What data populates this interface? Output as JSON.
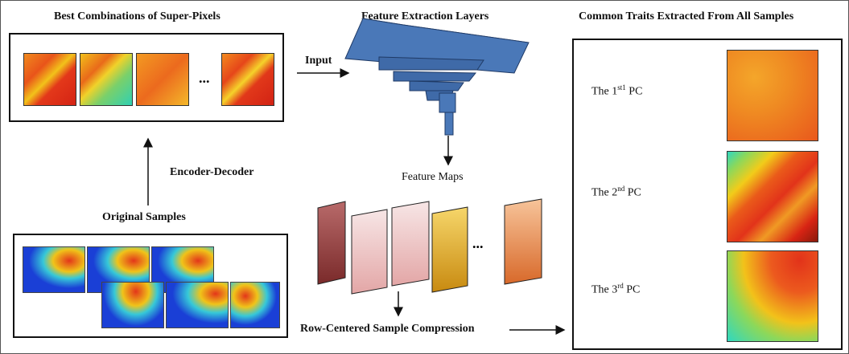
{
  "headers": {
    "left": "Best Combinations of Super-Pixels",
    "middle": "Feature Extraction Layers",
    "right": "Common Traits Extracted From All Samples"
  },
  "labels": {
    "input": "Input",
    "encoder_decoder": "Encoder-Decoder",
    "original_samples": "Original Samples",
    "feature_maps": "Feature Maps",
    "compression": "Row-Centered Sample Compression",
    "superpixel_ellipsis": "...",
    "featuremap_ellipsis": "..."
  },
  "principal_components": [
    {
      "prefix": "The 1",
      "sup": "st1",
      "suffix": " PC"
    },
    {
      "prefix": "The 2",
      "sup": "nd",
      "suffix": " PC"
    },
    {
      "prefix": "The 3",
      "sup": "rd",
      "suffix": " PC"
    }
  ],
  "colors": {
    "cnn_block": "#4a78b8",
    "cnn_edge": "#1f3a66",
    "thermal_blue": "#1a3fd6",
    "thermal_red": "#e23b12",
    "thermal_yellow": "#f0c419"
  }
}
